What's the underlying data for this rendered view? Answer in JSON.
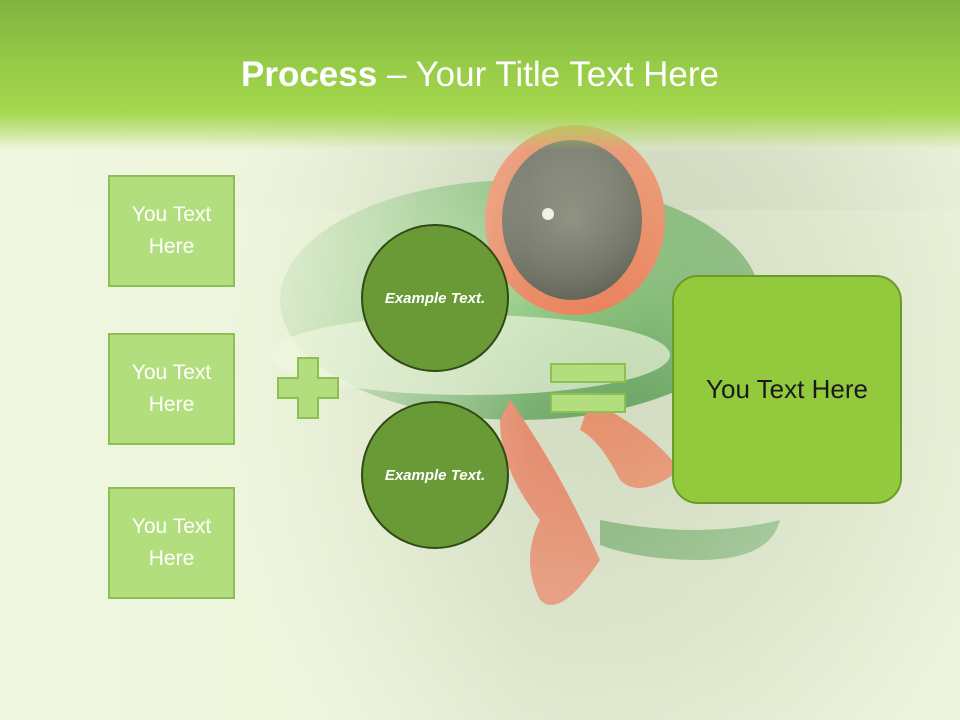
{
  "slide": {
    "title_bold": "Process",
    "title_rest": " – Your Title Text Here"
  },
  "inputs": [
    {
      "label": "You Text Here"
    },
    {
      "label": "You Text Here"
    },
    {
      "label": "You Text Here"
    }
  ],
  "operators": {
    "plus_icon": "plus-icon",
    "equals_icon": "equals-icon"
  },
  "circles": [
    {
      "label": "Example Text."
    },
    {
      "label": "Example Text."
    }
  ],
  "result": {
    "label": "You Text Here"
  },
  "colors": {
    "header_green": "#97cc48",
    "box_fill": "#b3de7d",
    "circle_fill": "#6a9a36",
    "result_fill": "#92c93d"
  }
}
